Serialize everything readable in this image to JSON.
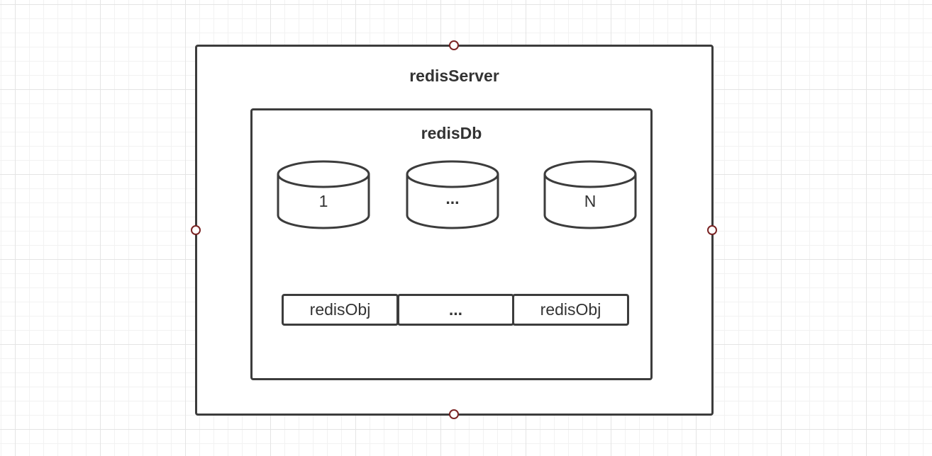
{
  "server": {
    "title": "redisServer"
  },
  "db": {
    "title": "redisDb",
    "databases": [
      {
        "label": "1"
      },
      {
        "label": "..."
      },
      {
        "label": "N"
      }
    ],
    "objects": [
      {
        "label": "redisObj"
      },
      {
        "label": "..."
      },
      {
        "label": "redisObj"
      }
    ]
  },
  "colors": {
    "stroke": "#3c3c3c",
    "text": "#333333",
    "handle": "#7a2424",
    "grid": "#e4e4e4"
  }
}
